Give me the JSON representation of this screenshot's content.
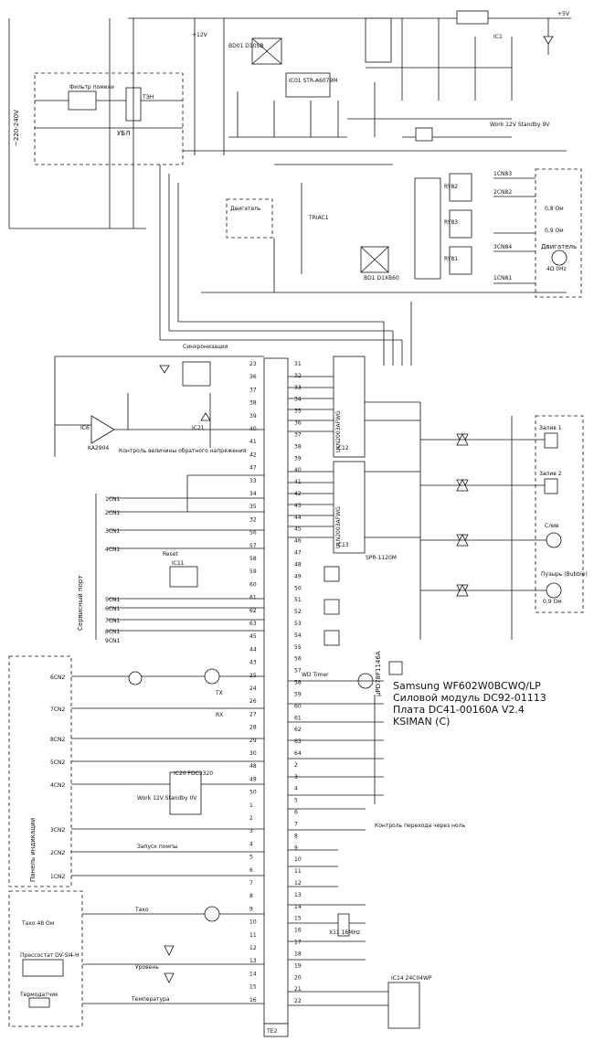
{
  "main_ic": {
    "label": "µPD78F1146A",
    "sub": "TE2"
  },
  "info": {
    "line1": "Samsung WF602W0BCWQ/LP",
    "line2": "Силовой модуль DC92-01113",
    "line3": "Плата DC41-00160A V2.4",
    "line4": "KSIMAN (C)"
  },
  "labels": {
    "mains": "~220-240V",
    "filter": "Фильтр помехи",
    "tsn": "ТЭН",
    "ubl": "УБЛ",
    "motor_block": "Двигатель",
    "motor": "Двигатель",
    "service": "Сервисный порт",
    "panel": "Панель индикации",
    "sync": "Синхронизация",
    "feedback": "Контроль величины обратного напряжения",
    "valve1": "Залив 1",
    "valve2": "Залив 2",
    "drain": "Слив",
    "pump": "Пузырь (Bubble)",
    "work": "Work 12V Standby 9V",
    "work2": "Work 12V Standby 0V",
    "pump_start": "Запуск помпы",
    "zero_ctrl": "Контроль перехода через ноль",
    "presso": "Прессостат DV-SI4-H",
    "tacho": "Тахо 48 Ом",
    "thermo": "Термодатчик",
    "level": "Уровень",
    "temp": "Температура",
    "tacho2": "Тахо",
    "v5": "+5V",
    "v12": "+12V",
    "ohm1": "0,8 Ом",
    "ohm2": "0,9 Ом",
    "ohm3": "4Ω 0Hz",
    "ohm4": "0,9 Ом",
    "reset": "Reset",
    "wd": "WD Timer",
    "tx": "TX",
    "rx": "RX"
  },
  "components": {
    "ic01": "IC01 STR-A6079M",
    "ic1": "IC1",
    "ic12": "ULN2003AFWG",
    "ic12n": "IC12",
    "ic13": "ULN2003AFWG",
    "ic13n": "IC13",
    "ic11": "IC11",
    "ic20": "IC20 FDC3320",
    "ic14": "IC14 24C04WP",
    "ic12_label": "SPR-1120M",
    "bd01": "BD01 D10SB",
    "bd1": "BD1 D1XB60",
    "ic6": "IC6",
    "ic6p": "KA2904",
    "ic21": "IC21",
    "x11": "X11 16MHz",
    "triac1": "TRIAC1",
    "ry82": "RY82",
    "ry83": "RY83",
    "ry81": "RY81",
    "cn83": "1CN83",
    "cn82": "2CN82",
    "cn84": "3CN84",
    "cn81": "1CN81"
  },
  "connectors_left": [
    "1CN1",
    "2CN1",
    "3CN1",
    "4CN1",
    "5CN1",
    "6CN1",
    "7CN1",
    "8CN1",
    "9CN1"
  ],
  "panel_pins": [
    "6CN2",
    "7CN2",
    "8CN2",
    "5CN2",
    "4CN2",
    "3CN2",
    "2CN2",
    "1CN2"
  ],
  "pin_left": [
    "23",
    "36",
    "37",
    "38",
    "39",
    "40",
    "41",
    "42",
    "47",
    "33",
    "34",
    "35",
    "32",
    "56",
    "57",
    "58",
    "59",
    "60",
    "61",
    "62",
    "63",
    "45",
    "44",
    "43",
    "25",
    "24",
    "26",
    "27",
    "28",
    "29",
    "30",
    "48",
    "49",
    "50",
    "1",
    "2",
    "3",
    "4",
    "5",
    "6",
    "7",
    "8",
    "9",
    "10",
    "11",
    "12",
    "13",
    "14",
    "15",
    "16"
  ],
  "pin_right": [
    "31",
    "32",
    "33",
    "34",
    "35",
    "36",
    "37",
    "38",
    "39",
    "40",
    "41",
    "42",
    "43",
    "44",
    "45",
    "46",
    "47",
    "48",
    "49",
    "50",
    "51",
    "52",
    "53",
    "54",
    "55",
    "56",
    "57",
    "58",
    "59",
    "60",
    "61",
    "62",
    "63",
    "64",
    "2",
    "3",
    "4",
    "5",
    "6",
    "7",
    "8",
    "9",
    "10",
    "11",
    "12",
    "13",
    "14",
    "15",
    "16",
    "17",
    "18",
    "19",
    "20",
    "21",
    "22"
  ]
}
